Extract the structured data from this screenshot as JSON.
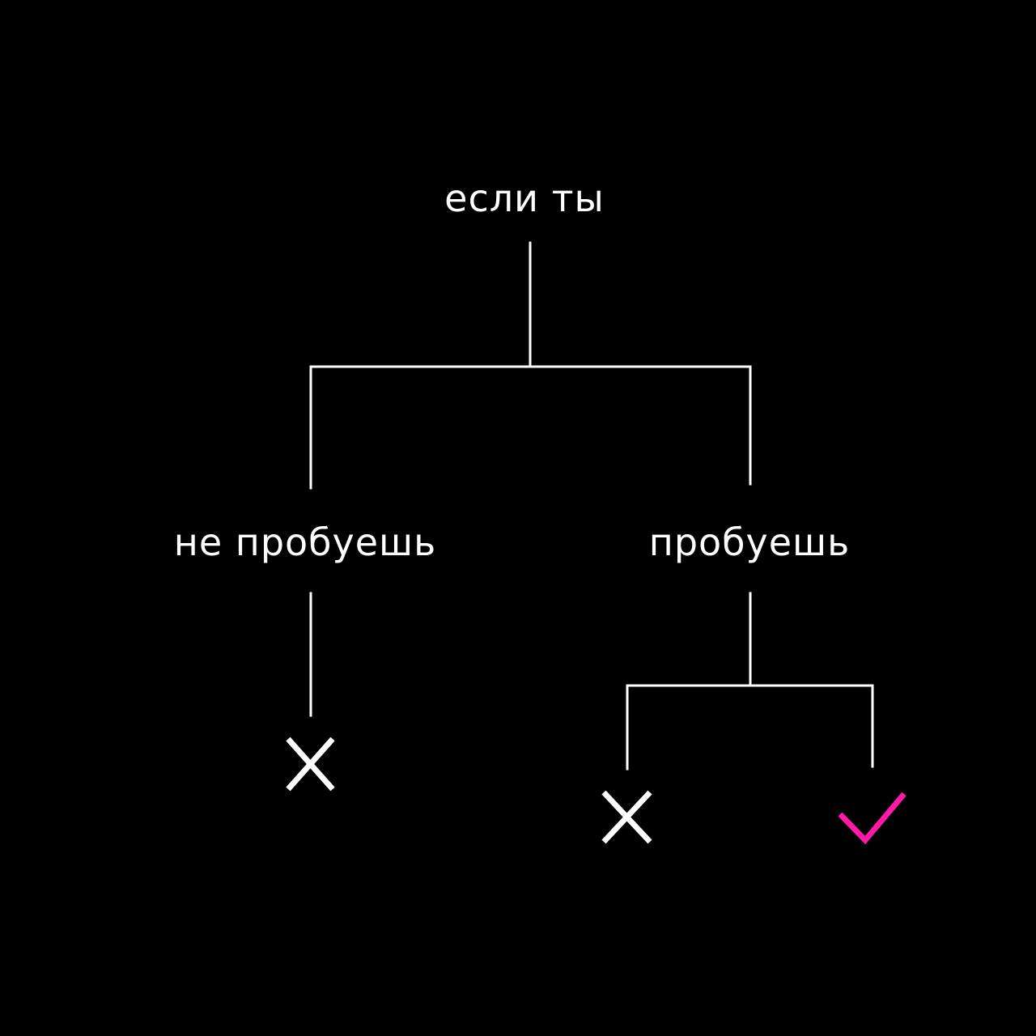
{
  "diagram": {
    "root_label": "если ты",
    "left_branch_label": "не пробуешь",
    "right_branch_label": "пробуешь",
    "outcomes": [
      {
        "branch": "не пробуешь",
        "symbol": "x-mark",
        "color": "#ffffff"
      },
      {
        "branch": "пробуешь",
        "symbol": "x-mark",
        "color": "#ffffff"
      },
      {
        "branch": "пробуешь",
        "symbol": "check-mark",
        "color": "#ff1aa8"
      }
    ]
  },
  "colors": {
    "background": "#000000",
    "line": "#ffffff",
    "accent": "#ff1aa8"
  }
}
